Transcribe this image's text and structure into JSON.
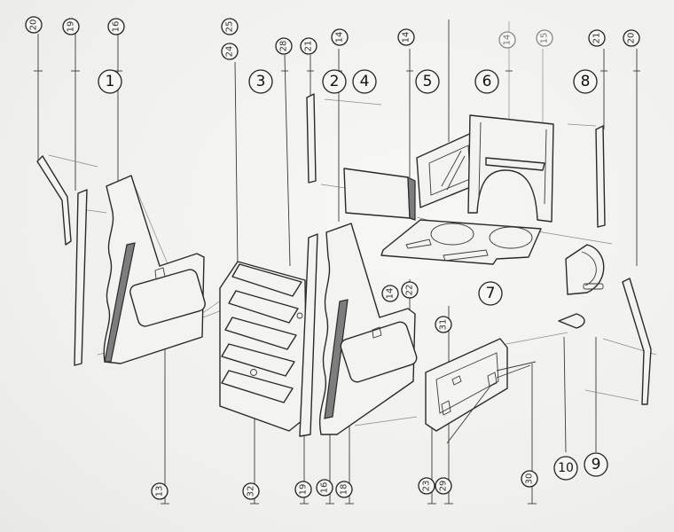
{
  "part_numbers": [
    {
      "id": "p1",
      "label": "1"
    },
    {
      "id": "p2",
      "label": "2"
    },
    {
      "id": "p3",
      "label": "3"
    },
    {
      "id": "p4",
      "label": "4"
    },
    {
      "id": "p5",
      "label": "5"
    },
    {
      "id": "p6",
      "label": "6"
    },
    {
      "id": "p7",
      "label": "7"
    },
    {
      "id": "p8",
      "label": "8"
    },
    {
      "id": "p9",
      "label": "9"
    },
    {
      "id": "p10",
      "label": "10"
    }
  ],
  "top_refs": [
    {
      "id": "t20a",
      "label": "20"
    },
    {
      "id": "t19",
      "label": "19"
    },
    {
      "id": "t16",
      "label": "16"
    },
    {
      "id": "t25",
      "label": "25"
    },
    {
      "id": "t24",
      "label": "24"
    },
    {
      "id": "t28",
      "label": "28"
    },
    {
      "id": "t21a",
      "label": "21"
    },
    {
      "id": "t14a",
      "label": "14"
    },
    {
      "id": "t14b",
      "label": "14"
    },
    {
      "id": "t14c",
      "label": "14"
    },
    {
      "id": "t15",
      "label": "15"
    },
    {
      "id": "t21b",
      "label": "21"
    },
    {
      "id": "t20b",
      "label": "20"
    }
  ],
  "bottom_refs": [
    {
      "id": "b13",
      "label": "13"
    },
    {
      "id": "b32",
      "label": "32"
    },
    {
      "id": "b19",
      "label": "19"
    },
    {
      "id": "b16",
      "label": "16"
    },
    {
      "id": "b18",
      "label": "18"
    },
    {
      "id": "b23",
      "label": "23"
    },
    {
      "id": "b29",
      "label": "29"
    },
    {
      "id": "b30",
      "label": "30"
    }
  ],
  "mid_refs": [
    {
      "id": "m14",
      "label": "14"
    },
    {
      "id": "m22",
      "label": "22"
    },
    {
      "id": "m31",
      "label": "31"
    }
  ]
}
